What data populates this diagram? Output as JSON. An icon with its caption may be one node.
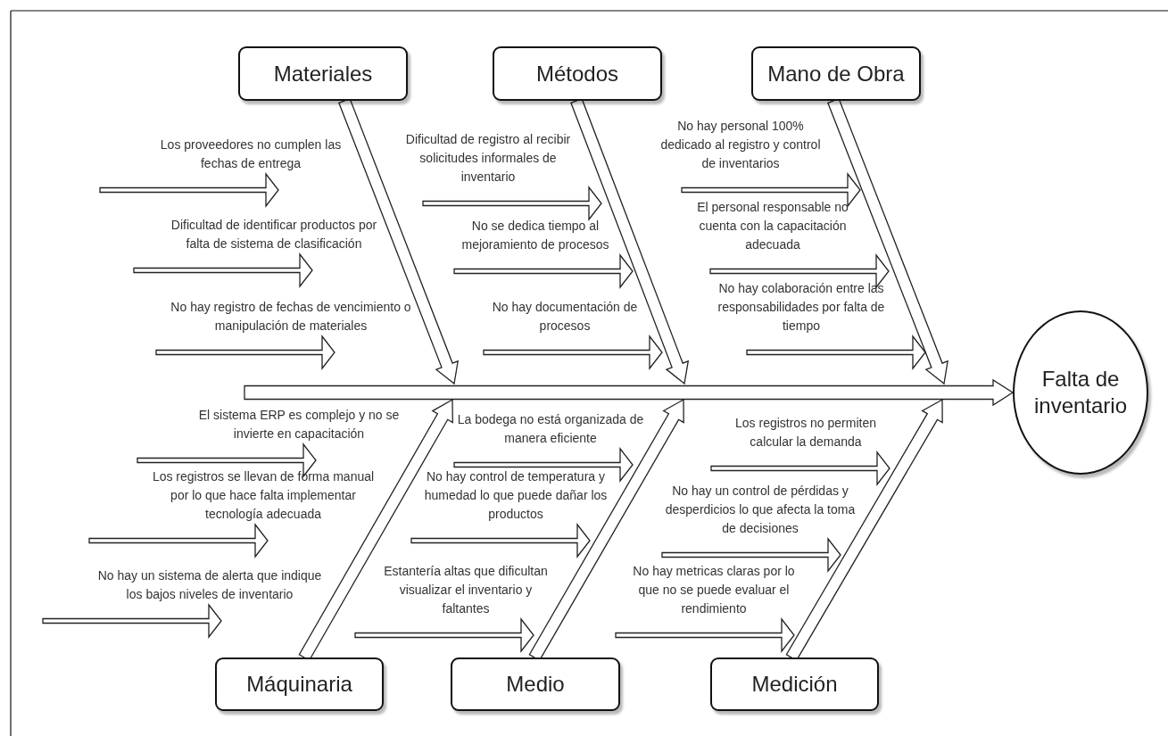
{
  "diagram": {
    "nodes": [
      {
        "text": [
          "Materiales"
        ]
      },
      {
        "text": [
          "Métodos"
        ]
      },
      {
        "text": [
          "Mano de Obra"
        ]
      },
      {
        "text": [
          "Máquinaria"
        ]
      },
      {
        "text": [
          "Medio"
        ]
      },
      {
        "text": [
          "Medición"
        ]
      },
      {
        "text": [
          "Falta de inventario"
        ]
      },
      {
        "text": [
          "Los proveedores no cumplen las fechas de entrega"
        ]
      },
      {
        "text": [
          "Dificultad de identificar productos por falta de sistema de clasificación"
        ]
      },
      {
        "text": [
          "No hay registro de fechas de vencimiento o manipulación de materiales"
        ]
      },
      {
        "text": [
          "Dificultad de registro al recibir solicitudes informales de inventario"
        ]
      },
      {
        "text": [
          "No se dedica tiempo al mejoramiento de procesos"
        ]
      },
      {
        "text": [
          "No hay documentación de procesos"
        ]
      },
      {
        "text": [
          "No hay personal 100% dedicado al registro y control de inventarios"
        ]
      },
      {
        "text": [
          "El  personal responsable no cuenta con la capacitación adecuada"
        ]
      },
      {
        "text": [
          "No hay colaboración entre las responsabilidades por falta de tiempo"
        ]
      },
      {
        "text": [
          "El sistema ERP es complejo y no se invierte en capacitación"
        ]
      },
      {
        "text": [
          "Los registros se llevan de forma manual por lo que hace falta implementar tecnología adecuada"
        ]
      },
      {
        "text": [
          "No hay un sistema de alerta que indique los bajos niveles de inventario"
        ]
      },
      {
        "text": [
          "La bodega no está organizada de manera eficiente"
        ]
      },
      {
        "text": [
          "No hay control de temperatura y humedad lo que puede dañar los productos"
        ]
      },
      {
        "text": [
          "Estantería altas que dificultan visualizar el inventario y faltantes"
        ]
      },
      {
        "text": [
          "Los registros no permiten calcular la demanda"
        ]
      },
      {
        "text": [
          "No hay un control de pérdidas y desperdicios lo que afecta la toma de decisiones"
        ]
      },
      {
        "text": [
          "No hay metricas claras por lo que no se puede evaluar  el rendimiento"
        ]
      }
    ],
    "edges": [
      {
        "from": null,
        "to": 6,
        "arrow": "to"
      },
      {
        "from": 0,
        "to": null,
        "arrow": "to"
      },
      {
        "from": 1,
        "to": null,
        "arrow": "to"
      },
      {
        "from": 2,
        "to": null,
        "arrow": "to"
      },
      {
        "from": 3,
        "to": null,
        "arrow": "to"
      },
      {
        "from": 4,
        "to": null,
        "arrow": "to"
      },
      {
        "from": 5,
        "to": null,
        "arrow": "to"
      },
      {
        "from": 7,
        "to": null,
        "arrow": "to"
      },
      {
        "from": 8,
        "to": null,
        "arrow": "to"
      },
      {
        "from": 9,
        "to": null,
        "arrow": "to"
      },
      {
        "from": 10,
        "to": null,
        "arrow": "to"
      },
      {
        "from": 11,
        "to": null,
        "arrow": "to"
      },
      {
        "from": 12,
        "to": null,
        "arrow": "to"
      },
      {
        "from": 13,
        "to": null,
        "arrow": "to"
      },
      {
        "from": 14,
        "to": null,
        "arrow": "to"
      },
      {
        "from": 15,
        "to": null,
        "arrow": "to"
      },
      {
        "from": 16,
        "to": null,
        "arrow": "to"
      },
      {
        "from": 17,
        "to": null,
        "arrow": "to"
      },
      {
        "from": 18,
        "to": null,
        "arrow": "to"
      },
      {
        "from": 19,
        "to": null,
        "arrow": "to"
      },
      {
        "from": 20,
        "to": null,
        "arrow": "to"
      },
      {
        "from": 21,
        "to": null,
        "arrow": "to"
      },
      {
        "from": 22,
        "to": null,
        "arrow": "to"
      },
      {
        "from": 23,
        "to": null,
        "arrow": "to"
      },
      {
        "from": 24,
        "to": null,
        "arrow": "to"
      }
    ]
  }
}
